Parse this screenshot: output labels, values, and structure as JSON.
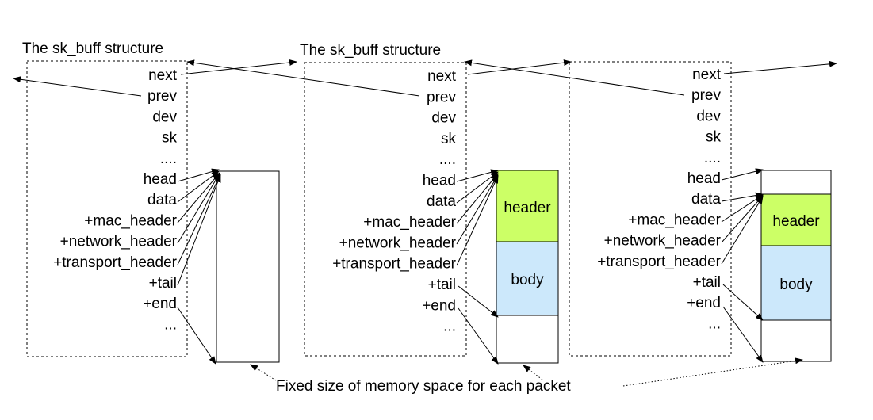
{
  "titles": [
    "The sk_buff structure",
    "The sk_buff structure"
  ],
  "fields": [
    "next",
    "prev",
    "dev",
    "sk",
    "....",
    "head",
    "data",
    "+mac_header",
    "+network_header",
    "+transport_header",
    "+tail",
    "+end",
    "..."
  ],
  "segments": {
    "header": "header",
    "body": "body"
  },
  "caption": "Fixed size of memory space for each packet",
  "colors": {
    "header": "#ccff66",
    "body": "#cce8fb"
  }
}
